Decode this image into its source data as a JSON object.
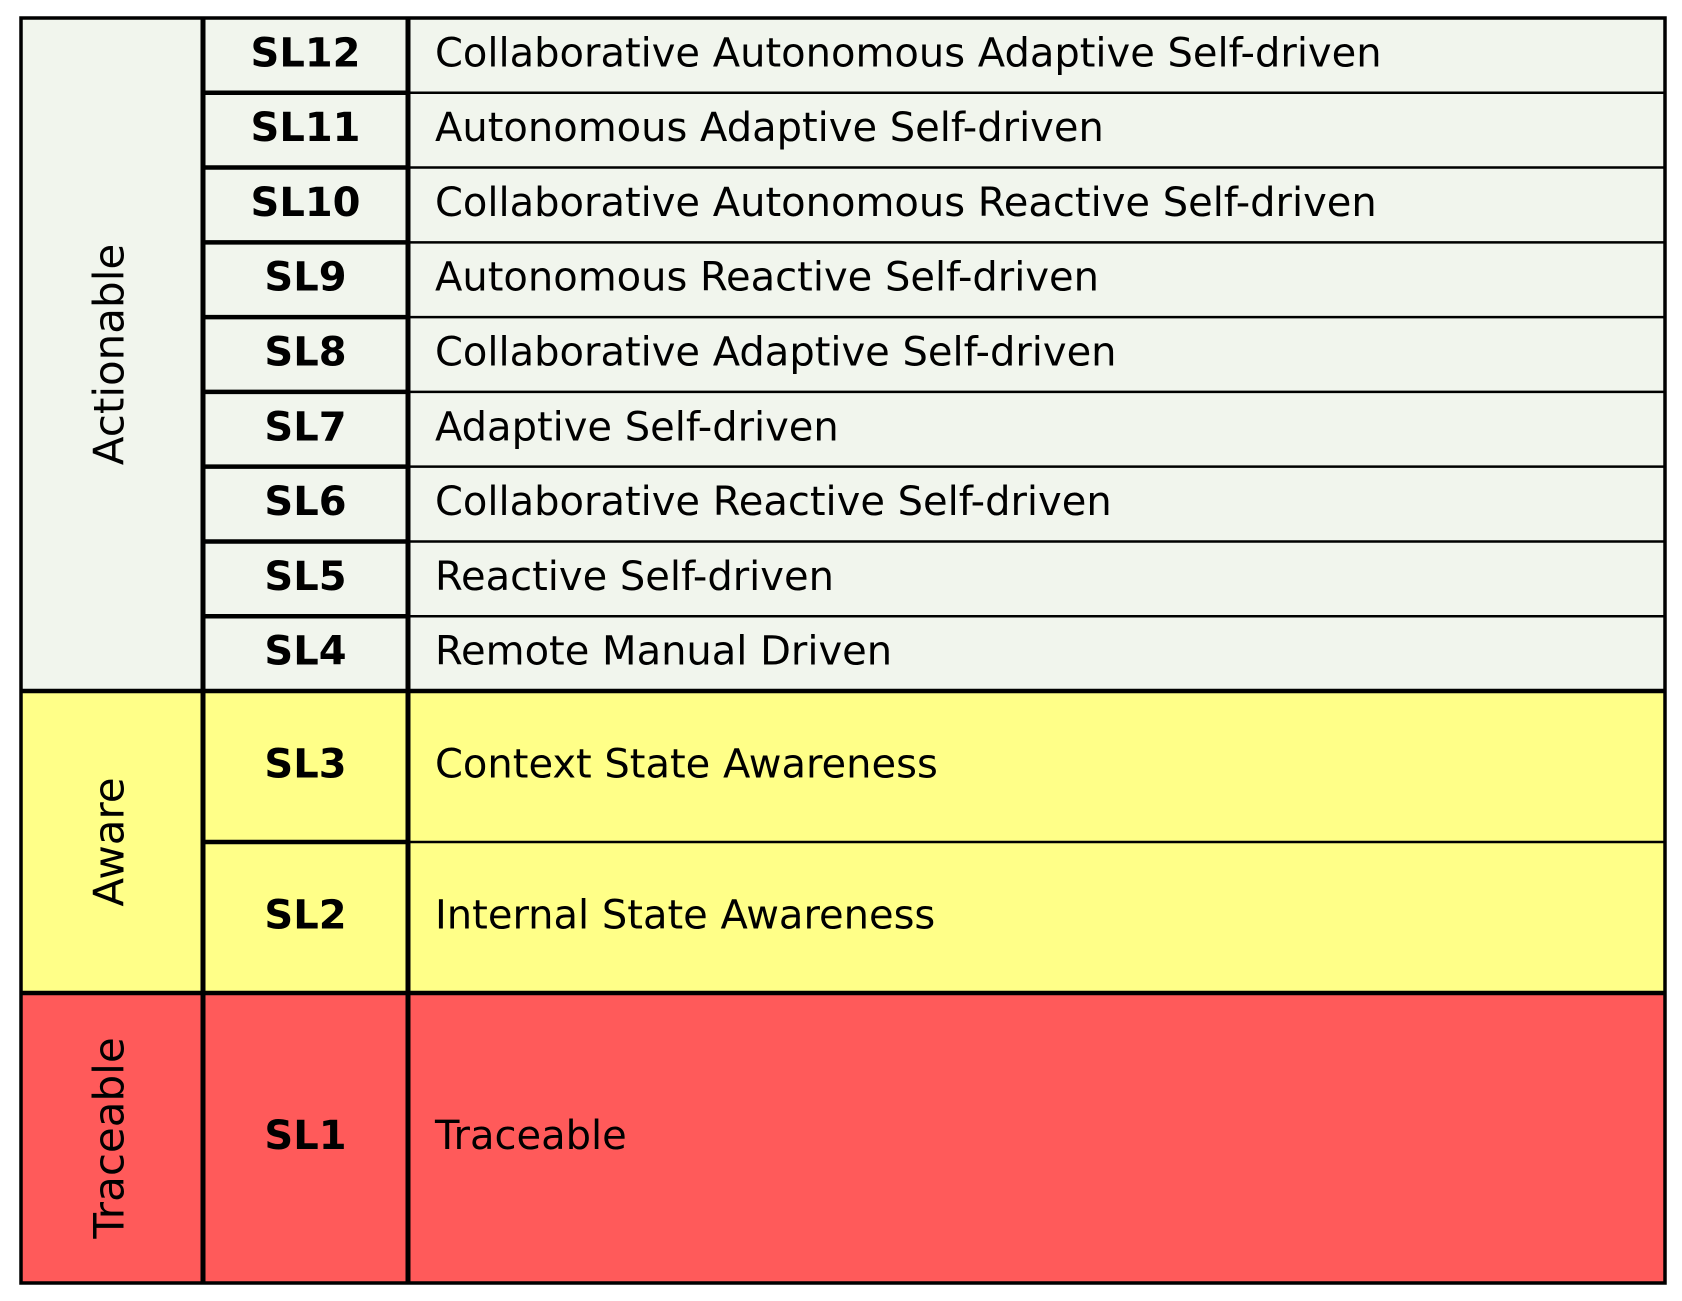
{
  "table": {
    "groups": [
      {
        "label": "Actionable",
        "color": "#F1F5ED",
        "rows": [
          {
            "code": "SL12",
            "description": "Collaborative Autonomous Adaptive Self-driven"
          },
          {
            "code": "SL11",
            "description": "Autonomous Adaptive Self-driven"
          },
          {
            "code": "SL10",
            "description": "Collaborative Autonomous Reactive Self-driven"
          },
          {
            "code": "SL9",
            "description": "Autonomous Reactive Self-driven"
          },
          {
            "code": "SL8",
            "description": "Collaborative Adaptive Self-driven"
          },
          {
            "code": "SL7",
            "description": "Adaptive Self-driven"
          },
          {
            "code": "SL6",
            "description": "Collaborative Reactive Self-driven"
          },
          {
            "code": "SL5",
            "description": "Reactive Self-driven"
          },
          {
            "code": "SL4",
            "description": "Remote Manual Driven"
          }
        ]
      },
      {
        "label": "Aware",
        "color": "#FFFF88",
        "rows": [
          {
            "code": "SL3",
            "description": "Context State Awareness"
          },
          {
            "code": "SL2",
            "description": "Internal State Awareness"
          }
        ]
      },
      {
        "label": "Traceable",
        "color": "#FF5A5A",
        "rows": [
          {
            "code": "SL1",
            "description": "Traceable"
          }
        ]
      }
    ]
  }
}
